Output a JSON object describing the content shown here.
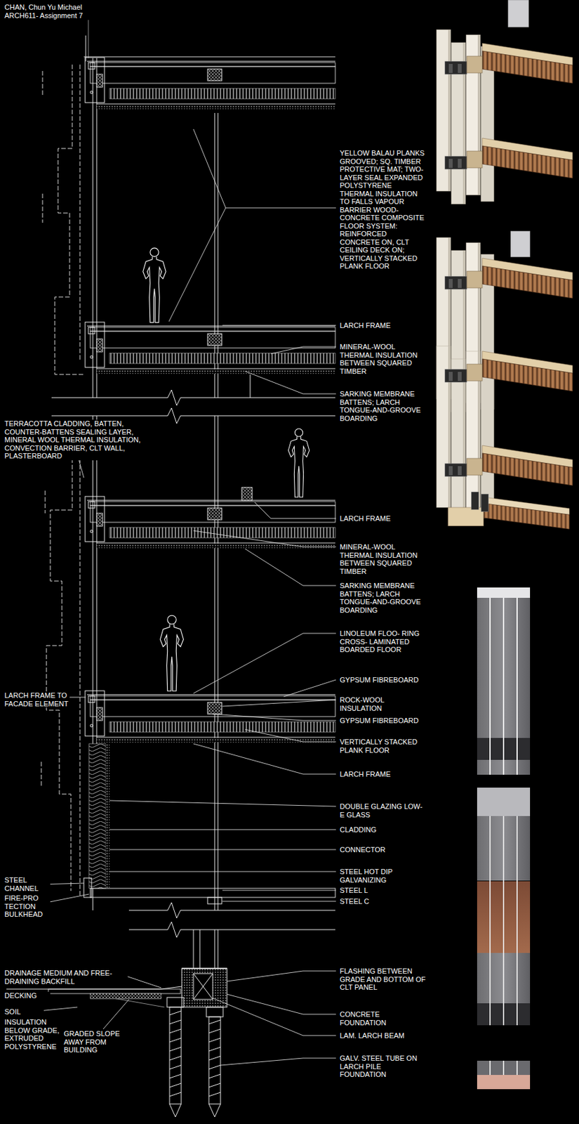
{
  "diagram": {
    "title": "CHAN, Chun Yu Michael",
    "labels": [
      "ARCH611- Assignment 7",
      "YELLOW BALAU PLANKS GROOVED; SQ. TIMBER PROTECTIVE MAT; TWO-LAYER SEAL EXPANDED POLYSTYRENE THERMAL INSULATION TO FALLS VAPOUR BARRIER WOOD-CONCRETE COMPOSITE FLOOR SYSTEM: REINFORCED CONCRETE ON, CLT CEILING DECK ON; VERTICALLY STACKED PLANK FLOOR",
      "LARCH FRAME",
      "MINERAL-WOOL THERMAL INSULATION BETWEEN SQUARED TIMBER",
      "SARKING MEMBRANE BATTENS; LARCH TONGUE-AND-GROOVE BOARDING",
      "TERRACOTTA CLADDING, BATTEN, COUNTER-BATTENS SEALING LAYER, MINERAL WOOL THERMAL INSULATION, CONVECTION BARRIER, CLT WALL, PLASTERBOARD",
      "LARCH FRAME",
      "MINERAL-WOOL THERMAL INSULATION BETWEEN SQUARED TIMBER",
      "SARKING MEMBRANE BATTENS; LARCH TONGUE-AND-GROOVE BOARDING",
      "LINOLEUM FLOO- RING CROSS- LAMINATED BOARDED FLOOR",
      "GYPSUM FIBREBOARD",
      "ROCK-WOOL INSULATION",
      "GYPSUM FIBREBOARD",
      "VERTICALLY STACKED PLANK FLOOR",
      "LARCH FRAME TO FACADE ELEMENT",
      "LARCH FRAME",
      "DOUBLE GLAZING LOW-E GLASS",
      "CLADDING",
      "CONNECTOR",
      "STEEL HOT DIP GALVANIZING",
      "STEEL CHANNEL",
      "STEEL L",
      "FIRE-PRO TECTION BULKHEAD",
      "STEEL C",
      "FLASHING BETWEEN GRADE AND BOTTOM OF CLT PANEL",
      "DRAINAGE MEDIUM AND FREE-DRAINING BACKFILL",
      "DECKING",
      "CONCRETE FOUNDATION",
      "SOIL",
      "INSULATION BELOW GRADE, EXTRUDED POLYSTYRENE",
      "GRADED SLOPE AWAY FROM BUILDING",
      "LAM. LARCH BEAM",
      "GALV. STEEL TUBE ON LARCH PILE FOUNDATION"
    ]
  }
}
